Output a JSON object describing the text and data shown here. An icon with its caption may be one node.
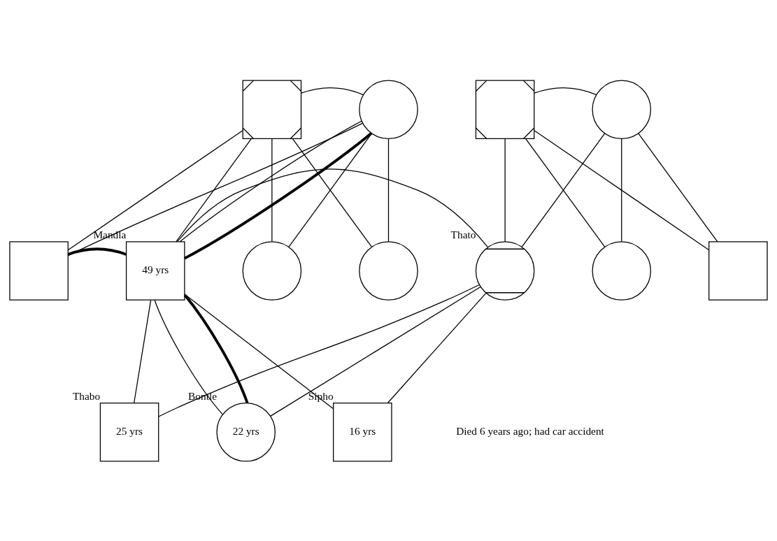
{
  "diagram": {
    "nodes": [
      {
        "text": [],
        "shape": "box"
      },
      {
        "text": [],
        "shape": "circle"
      },
      {
        "text": [],
        "shape": "box"
      },
      {
        "text": [
          "49 yrs"
        ],
        "beside": [
          "Mandla"
        ]
      },
      {
        "text": [],
        "shape": "circle"
      },
      {
        "text": [],
        "shape": "circle"
      },
      {
        "text": [],
        "shape": "box"
      },
      {
        "text": [],
        "shape": "circle"
      },
      {
        "text": [],
        "shape": "circle",
        "beside": [
          "Thato"
        ]
      },
      {
        "text": [],
        "shape": "circle"
      },
      {
        "text": [],
        "shape": "box"
      },
      {
        "text": [
          "25 yrs"
        ],
        "beside": [
          "Thabo"
        ]
      },
      {
        "text": [
          "22 yrs"
        ],
        "beside": [
          "Bontle"
        ]
      },
      {
        "text": [
          "16 yrs"
        ],
        "beside": [
          "Sipho"
        ]
      }
    ],
    "edges": [
      {
        "from": 0,
        "to": 1,
        "arrow": "none"
      },
      {
        "from": 0,
        "to": 2,
        "arrow": "none"
      },
      {
        "from": 1,
        "to": 2,
        "arrow": "none"
      },
      {
        "from": 0,
        "to": 3,
        "arrow": "none"
      },
      {
        "from": 1,
        "to": 3,
        "arrow": "none"
      },
      {
        "from": 0,
        "to": 4,
        "arrow": "none"
      },
      {
        "from": 1,
        "to": 4,
        "arrow": "none"
      },
      {
        "from": 0,
        "to": 5,
        "arrow": "none"
      },
      {
        "from": 1,
        "to": 5,
        "arrow": "none"
      },
      {
        "from": 1,
        "to": 3,
        "arrow": "none",
        "style": "thick"
      },
      {
        "from": 2,
        "to": 3,
        "arrow": "none",
        "style": "thick"
      },
      {
        "from": 6,
        "to": 7,
        "arrow": "none"
      },
      {
        "from": 6,
        "to": 8,
        "arrow": "none"
      },
      {
        "from": 7,
        "to": 8,
        "arrow": "none"
      },
      {
        "from": 6,
        "to": 9,
        "arrow": "none"
      },
      {
        "from": 7,
        "to": 9,
        "arrow": "none"
      },
      {
        "from": 6,
        "to": 10,
        "arrow": "none"
      },
      {
        "from": 7,
        "to": 10,
        "arrow": "none"
      },
      {
        "from": 3,
        "to": 8,
        "arrow": "none"
      },
      {
        "from": 3,
        "to": 11,
        "arrow": "none"
      },
      {
        "from": 8,
        "to": 11,
        "arrow": "none"
      },
      {
        "from": 3,
        "to": 12,
        "arrow": "none"
      },
      {
        "from": 8,
        "to": 12,
        "arrow": "none"
      },
      {
        "from": 3,
        "to": 13,
        "arrow": "none"
      },
      {
        "from": 8,
        "to": 13,
        "arrow": "none"
      },
      {
        "from": 3,
        "to": 12,
        "arrow": "none",
        "style": "thick"
      }
    ],
    "labels": [
      "Died 6 years ago; had car accident"
    ]
  }
}
